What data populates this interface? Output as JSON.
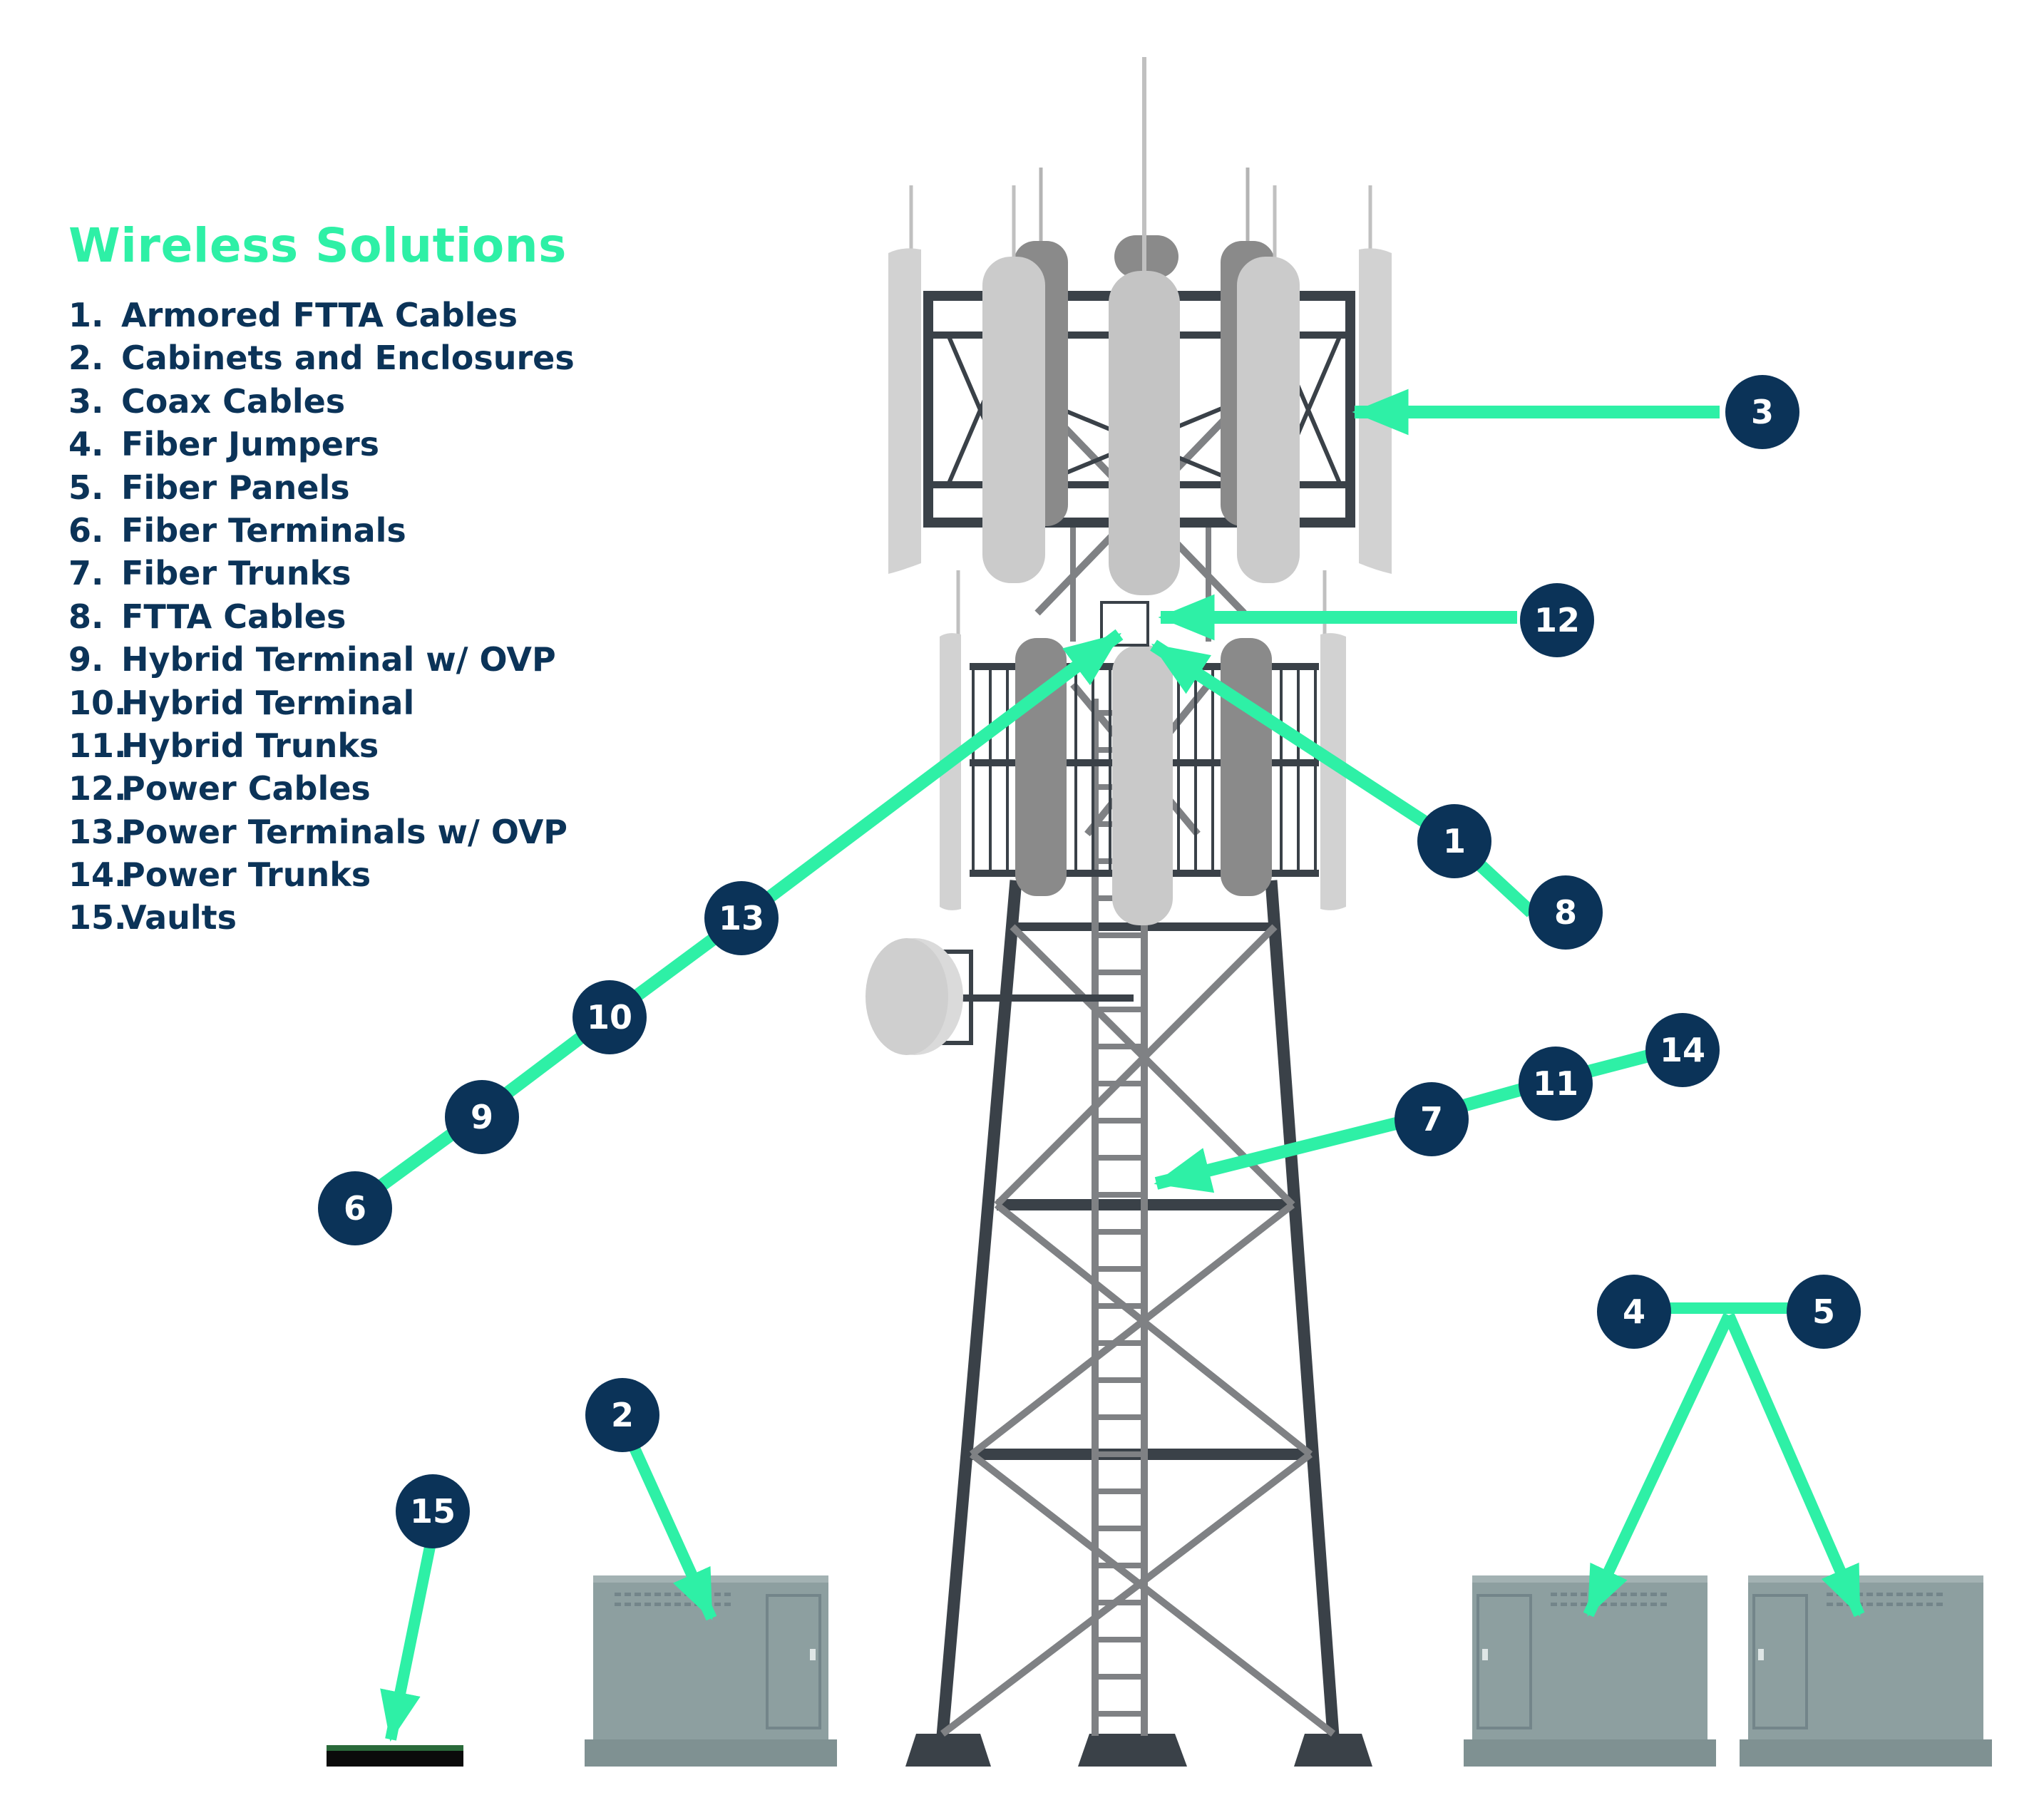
{
  "legend": {
    "title": "Wireless Solutions",
    "items": [
      {
        "num": "1.",
        "label": "Armored FTTA Cables"
      },
      {
        "num": "2.",
        "label": "Cabinets and Enclosures"
      },
      {
        "num": "3.",
        "label": "Coax Cables"
      },
      {
        "num": "4.",
        "label": "Fiber Jumpers"
      },
      {
        "num": "5.",
        "label": "Fiber Panels"
      },
      {
        "num": "6.",
        "label": "Fiber Terminals"
      },
      {
        "num": "7.",
        "label": "Fiber Trunks"
      },
      {
        "num": "8.",
        "label": "FTTA Cables"
      },
      {
        "num": "9.",
        "label": "Hybrid Terminal w/ OVP"
      },
      {
        "num": "10.",
        "label": "Hybrid Terminal"
      },
      {
        "num": "11.",
        "label": "Hybrid Trunks"
      },
      {
        "num": "12.",
        "label": "Power Cables"
      },
      {
        "num": "13.",
        "label": "Power Terminals w/ OVP"
      },
      {
        "num": "14.",
        "label": "Power Trunks"
      },
      {
        "num": "15.",
        "label": "Vaults"
      }
    ]
  },
  "markers": [
    "1",
    "2",
    "3",
    "4",
    "5",
    "6",
    "7",
    "8",
    "9",
    "10",
    "11",
    "12",
    "13",
    "14",
    "15"
  ],
  "colors": {
    "accent": "#2ef0a6",
    "marker": "#0b3358",
    "title": "#2ef0a6",
    "text": "#0b3358",
    "tower_dark": "#3a4148",
    "tower_light": "#7f8184",
    "antenna_light": "#cbcbcb",
    "antenna_dark": "#8a8a8a",
    "cabinet": "#8d9fa0"
  }
}
